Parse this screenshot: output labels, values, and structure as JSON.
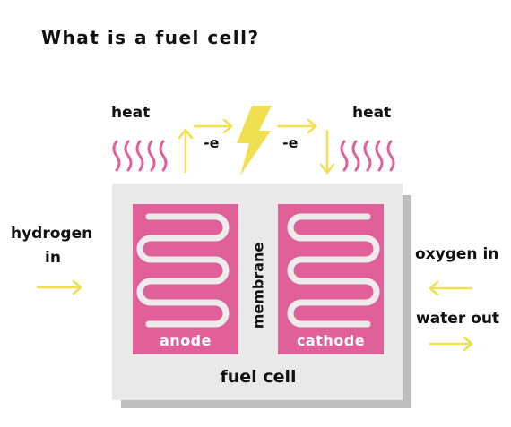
{
  "title": "What is a fuel cell?",
  "labels": {
    "heat_left": "heat",
    "heat_right": "heat",
    "electron_left": "-e",
    "electron_right": "-e",
    "hydrogen_line1": "hydrogen",
    "hydrogen_line2": "in",
    "oxygen": "oxygen in",
    "water": "water out",
    "anode": "anode",
    "cathode": "cathode",
    "membrane": "membrane",
    "fuel_cell": "fuel cell"
  },
  "colors": {
    "pink": "#e0609a",
    "yellow": "#f0e050",
    "cell_fill": "#e9e9e9",
    "cell_shadow": "#bdbdbd"
  }
}
